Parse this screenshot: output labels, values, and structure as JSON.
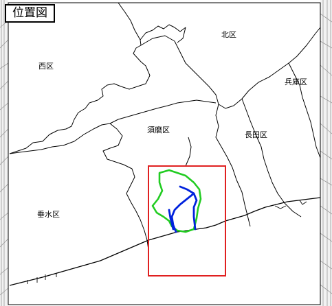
{
  "map": {
    "title": "位置図",
    "wards": {
      "kita": "北区",
      "nishi": "西区",
      "hyogo": "兵庫区",
      "suma": "須磨区",
      "nagata": "長田区",
      "tarumi": "垂水区"
    },
    "highlight": {
      "frame_color": "#e02020",
      "basin_color": "#22cc22",
      "river_color": "#0022dd"
    }
  }
}
